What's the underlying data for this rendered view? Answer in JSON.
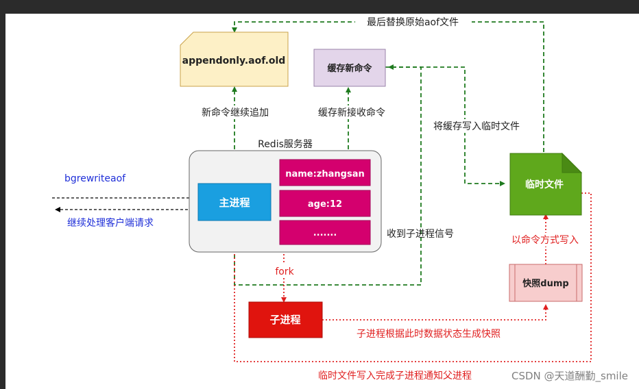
{
  "nodes": {
    "aof_old": "appendonly.aof.old",
    "cache_cmd": "缓存新命令",
    "redis_server": "Redis服务器",
    "main_process": "主进程",
    "data_name": "name:zhangsan",
    "data_age": "age:12",
    "data_more": ".......",
    "temp_file": "临时文件",
    "child_process": "子进程",
    "snapshot_dump": "快照dump"
  },
  "labels": {
    "replace_aof": "最后替换原始aof文件",
    "append_new_cmd": "新命令继续追加",
    "cache_new_received": "缓存新接收命令",
    "write_cache_to_temp": "将缓存写入临时文件",
    "bgrewriteaof": "bgrewriteaof",
    "continue_client": "继续处理客户端请求",
    "receive_child_signal": "收到子进程信号",
    "write_as_cmd": "以命令方式写入",
    "fork": "fork",
    "child_snapshot": "子进程根据此时数据状态生成快照",
    "notify_parent": "临时文件写入完成子进程通知父进程"
  },
  "watermark": "CSDN @天道酬勤_smile",
  "colors": {
    "green_line": "#1e7a1e",
    "red_line": "#e02020",
    "blue_text": "#1f2fd8",
    "main_process_fill": "#1a9fe0",
    "data_fill": "#d4006e",
    "temp_file_fill": "#5fa81c",
    "child_fill": "#e0140e",
    "aof_fill": "#fdf0c6",
    "cache_fill": "#e3d5ea",
    "dump_fill": "#f7cdcd"
  }
}
